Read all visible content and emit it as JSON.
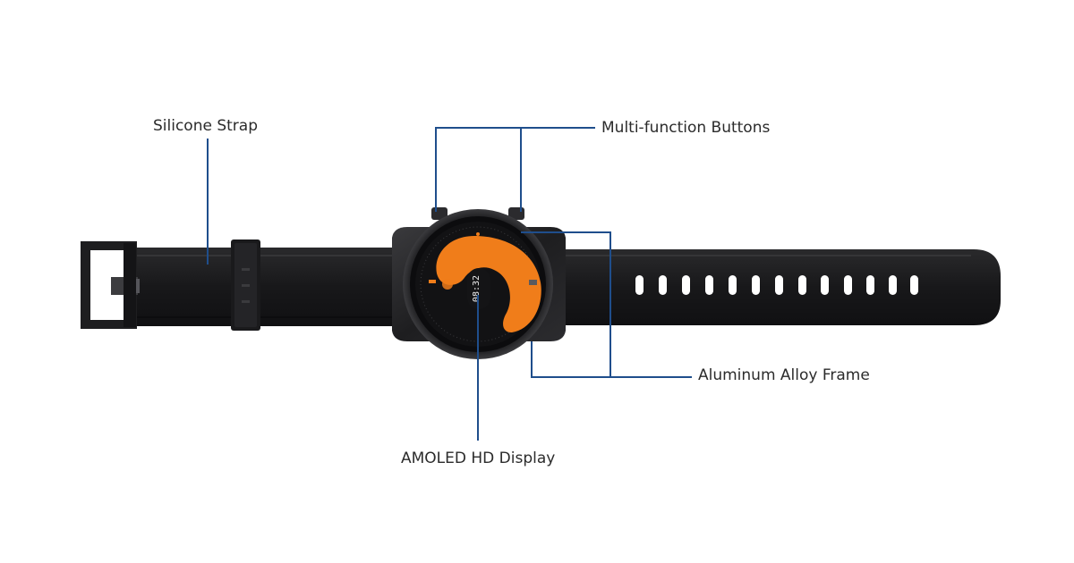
{
  "labels": {
    "strap": "Silicone Strap",
    "buttons": "Multi-function Buttons",
    "frame": "Aluminum Alloy Frame",
    "display": "AMOLED HD Display"
  },
  "watch_face": {
    "time": "08:32"
  },
  "colors": {
    "callout_line": "#1f4e8c",
    "label_text": "#2b2b2b",
    "strap": "#1c1c1e",
    "case": "#222224",
    "accent": "#f07d1a"
  }
}
